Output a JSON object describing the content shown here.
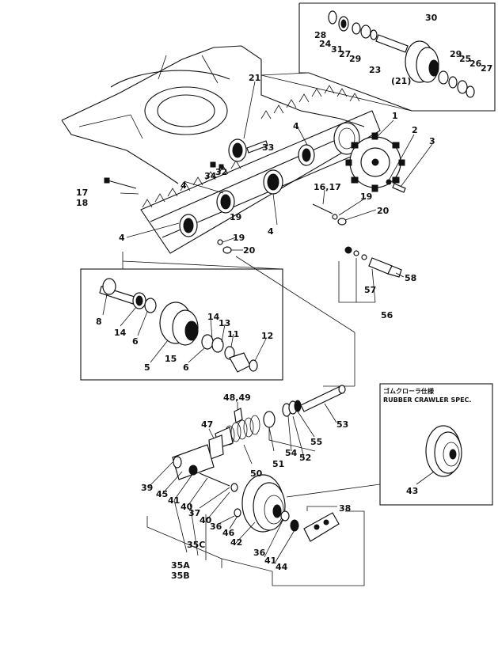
{
  "callouts": {
    "c1": "1",
    "c2": "2",
    "c3": "3",
    "c4a": "4",
    "c4b": "4",
    "c4c": "4",
    "c4d": "4",
    "c5": "5",
    "c6a": "6",
    "c6b": "6",
    "c8": "8",
    "c11": "11",
    "c12": "12",
    "c13": "13",
    "c14a": "14",
    "c14b": "14",
    "c15": "15",
    "c16_17": "16,17",
    "c17_18a": "17",
    "c17_18b": "18",
    "c19a": "19",
    "c19b": "19",
    "c19c": "19",
    "c20a": "20",
    "c20b": "20",
    "c21": "21",
    "c21p": "(21)",
    "c23": "23",
    "c24": "24",
    "c25": "25",
    "c26": "26",
    "c27a": "27",
    "c27b": "27",
    "c28": "28",
    "c29a": "29",
    "c29b": "29",
    "c30": "30",
    "c31": "31",
    "c32": "32",
    "c33": "33",
    "c34": "34",
    "c35A": "35A",
    "c35B": "35B",
    "c35C": "35C",
    "c36a": "36",
    "c36b": "36",
    "c37": "37",
    "c38": "38",
    "c39": "39",
    "c40a": "40",
    "c40b": "40",
    "c41a": "41",
    "c41b": "41",
    "c42": "42",
    "c43": "43",
    "c44": "44",
    "c45": "45",
    "c46": "46",
    "c47": "47",
    "c48_49": "48,49",
    "c50": "50",
    "c51": "51",
    "c52": "52",
    "c53": "53",
    "c54": "54",
    "c55": "55",
    "c56": "56",
    "c57": "57",
    "c58": "58"
  },
  "rubber_spec": {
    "title_jp": "ゴムクローラ仕様",
    "title_en": "RUBBER CRAWLER SPEC."
  }
}
